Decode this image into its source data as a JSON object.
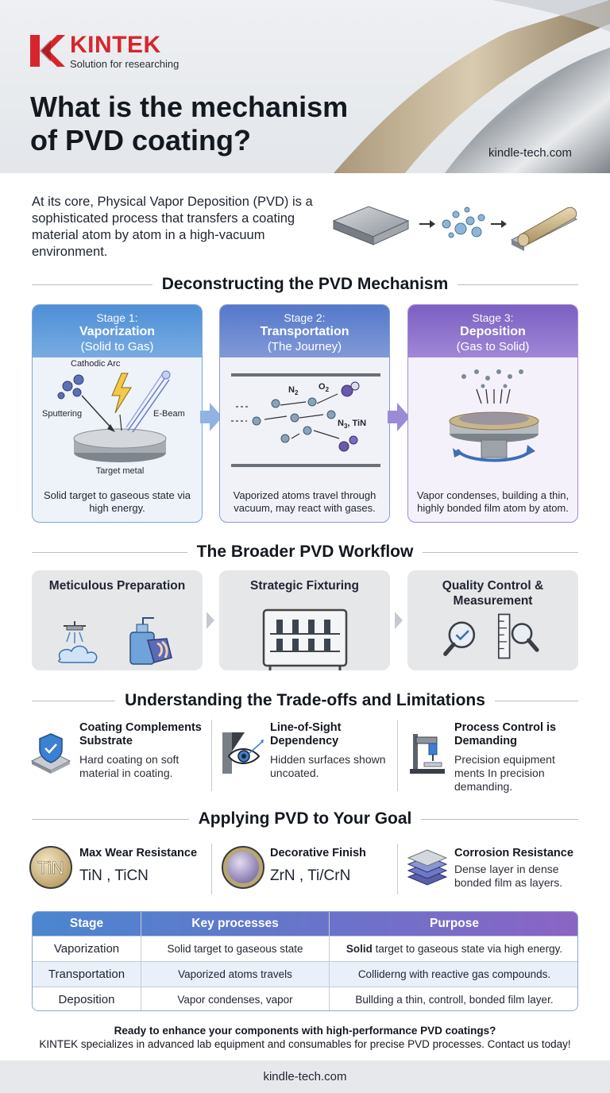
{
  "brand": {
    "name": "KINTEK",
    "tagline": "Solution for researching",
    "color": "#d6262c"
  },
  "header": {
    "title": "What is the mechanism of PVD coating?",
    "site": "kindle-tech.com"
  },
  "intro": {
    "text": "At its core, Physical Vapor Deposition (PVD) is a sophisticated process that transfers a coating material atom by atom in a high-vacuum environment."
  },
  "mechanism": {
    "heading": "Deconstructing the PVD Mechanism",
    "stages": [
      {
        "step": "Stage 1:",
        "name": "Vaporization",
        "sub": "(Solid to Gas)",
        "caption": "Solid target to gaseous state via high energy.",
        "labels": {
          "arc": "Cathodic Arc",
          "sputter": "Sputtering",
          "ebeam": "E-Beam",
          "target": "Target metal"
        }
      },
      {
        "step": "Stage 2:",
        "name": "Transportation",
        "sub": "(The Journey)",
        "caption": "Vaporized atoms travel through vacuum, may react with gases.",
        "labels": {
          "n2": "N",
          "o2": "O",
          "n3": "N",
          "tin": ", TiN",
          "sub2": "2",
          "sub3": "3"
        }
      },
      {
        "step": "Stage 3:",
        "name": "Deposition",
        "sub": "(Gas to Solid)",
        "caption": "Vapor condenses, building a thin, highly bonded film atom by atom."
      }
    ]
  },
  "workflow": {
    "heading": "The Broader PVD Workflow",
    "steps": [
      "Meticulous Preparation",
      "Strategic Fixturing",
      "Quality Control & Measurement"
    ]
  },
  "tradeoffs": {
    "heading": "Understanding the Trade-offs and Limitations",
    "items": [
      {
        "title": "Coating Complements Substrate",
        "desc": "Hard coating on soft material in coating."
      },
      {
        "title": "Line-of-Sight Dependency",
        "desc": "Hidden surfaces shown uncoated."
      },
      {
        "title": "Process Control is Demanding",
        "desc": "Precision equipment ments In precision demanding."
      }
    ]
  },
  "goals": {
    "heading": "Applying PVD to Your Goal",
    "items": [
      {
        "title": "Max Wear Resistance",
        "value": "TiN , TiCN",
        "badge": "TiN"
      },
      {
        "title": "Decorative Finish",
        "value": "ZrN , Ti/CrN"
      },
      {
        "title": "Corrosion Resistance",
        "desc": "Dense layer in dense bonded film as layers."
      }
    ]
  },
  "table": {
    "headers": [
      "Stage",
      "Key processes",
      "Purpose"
    ],
    "rows": [
      {
        "stage": "Vaporization",
        "process": "Solid target to gaseous state",
        "purpose_bold": "Solid",
        "purpose": " target to gaseous state via high energy."
      },
      {
        "stage": "Transportation",
        "process": "Vaporized atoms travels",
        "purpose_bold": "",
        "purpose": "Colliderng with reactive gas compounds."
      },
      {
        "stage": "Deposition",
        "process": "Vapor condenses, vapor",
        "purpose_bold": "",
        "purpose": "Bullding a thin, controll, bonded film layer."
      }
    ]
  },
  "cta": {
    "line1": "Ready to enhance your components with high-performance PVD coatings?",
    "line2": "KINTEK specializes in advanced lab equipment and consumables for precise PVD processes. Contact us today!"
  },
  "footer": {
    "site": "kindle-tech.com"
  }
}
